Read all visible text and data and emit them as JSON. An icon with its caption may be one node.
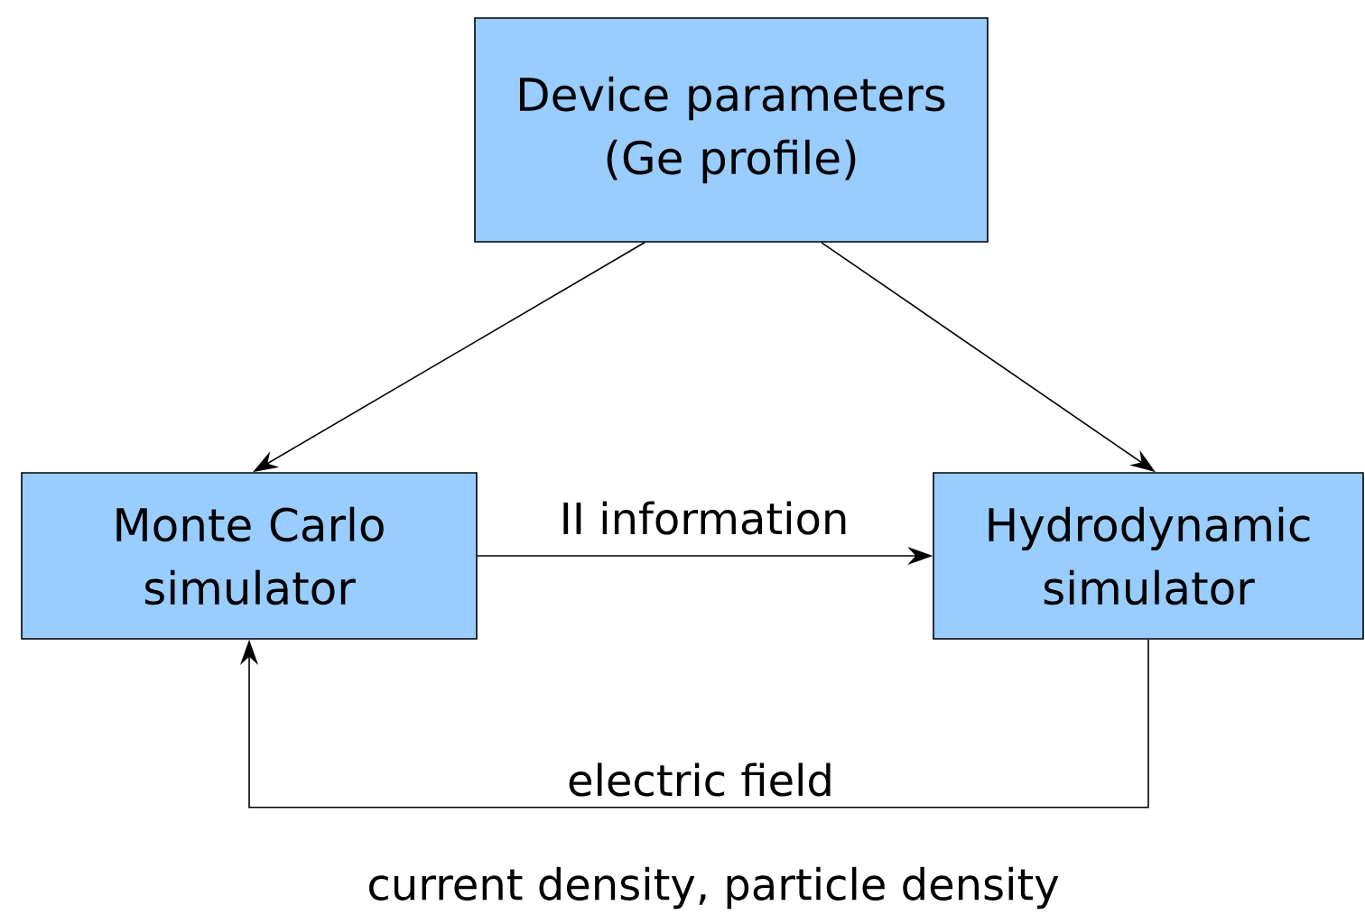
{
  "diagram": {
    "nodes": [
      {
        "text": [
          "Device parameters (Ge profile)"
        ]
      },
      {
        "text": [
          "Monte Carlo simulator"
        ]
      },
      {
        "text": [
          "Hydrodynamic simulator"
        ]
      }
    ],
    "edges": [
      {
        "from": 0,
        "to": 1,
        "arrow": "to"
      },
      {
        "from": 0,
        "to": 2,
        "arrow": "to"
      },
      {
        "from": 1,
        "to": 2,
        "arrow": "to",
        "label": "II information"
      },
      {
        "from": 2,
        "to": 1,
        "arrow": "to",
        "label": "electric field"
      }
    ],
    "labels": [
      "current density, particle density"
    ]
  }
}
